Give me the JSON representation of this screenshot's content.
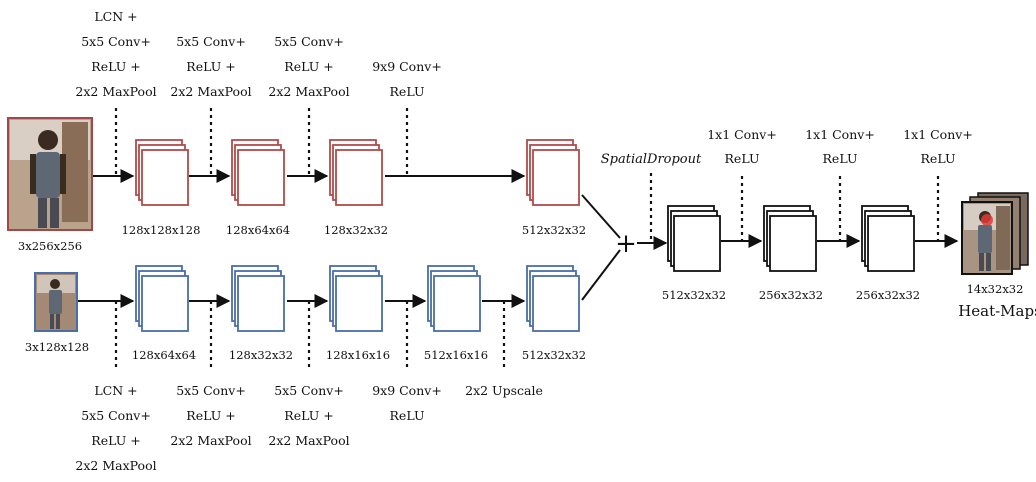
{
  "top_branch": {
    "input_label": "3x256x256",
    "stage_labels": [
      [
        "LCN +",
        "5x5 Conv+",
        "ReLU +",
        "2x2 MaxPool"
      ],
      [
        "5x5 Conv+",
        "ReLU +",
        "2x2 MaxPool"
      ],
      [
        "5x5 Conv+",
        "ReLU +",
        "2x2 MaxPool"
      ],
      [
        "9x9 Conv+",
        "ReLU"
      ]
    ],
    "dims": [
      "128x128x128",
      "128x64x64",
      "128x32x32",
      "512x32x32"
    ]
  },
  "bottom_branch": {
    "input_label": "3x128x128",
    "stage_labels": [
      [
        "LCN +",
        "5x5 Conv+",
        "ReLU +",
        "2x2 MaxPool"
      ],
      [
        "5x5 Conv+",
        "ReLU +",
        "2x2 MaxPool"
      ],
      [
        "5x5 Conv+",
        "ReLU +",
        "2x2 MaxPool"
      ],
      [
        "9x9 Conv+",
        "ReLU"
      ],
      [
        "2x2 Upscale"
      ]
    ],
    "dims": [
      "128x64x64",
      "128x32x32",
      "128x16x16",
      "512x16x16",
      "512x32x32"
    ]
  },
  "merge": {
    "symbol": "+",
    "dropout_label": "SpatialDropout"
  },
  "right_branch": {
    "stage_labels": [
      [
        "1x1 Conv+",
        "ReLU"
      ],
      [
        "1x1 Conv+",
        "ReLU"
      ],
      [
        "1x1 Conv+",
        "ReLU"
      ]
    ],
    "dims": [
      "512x32x32",
      "256x32x32",
      "256x32x32"
    ]
  },
  "output": {
    "dim": "14x32x32",
    "title": "Heat-Maps"
  },
  "colors": {
    "top": "#b04a4a",
    "bottom": "#4a6ea8",
    "right": "#111111",
    "arrow": "#111111"
  }
}
